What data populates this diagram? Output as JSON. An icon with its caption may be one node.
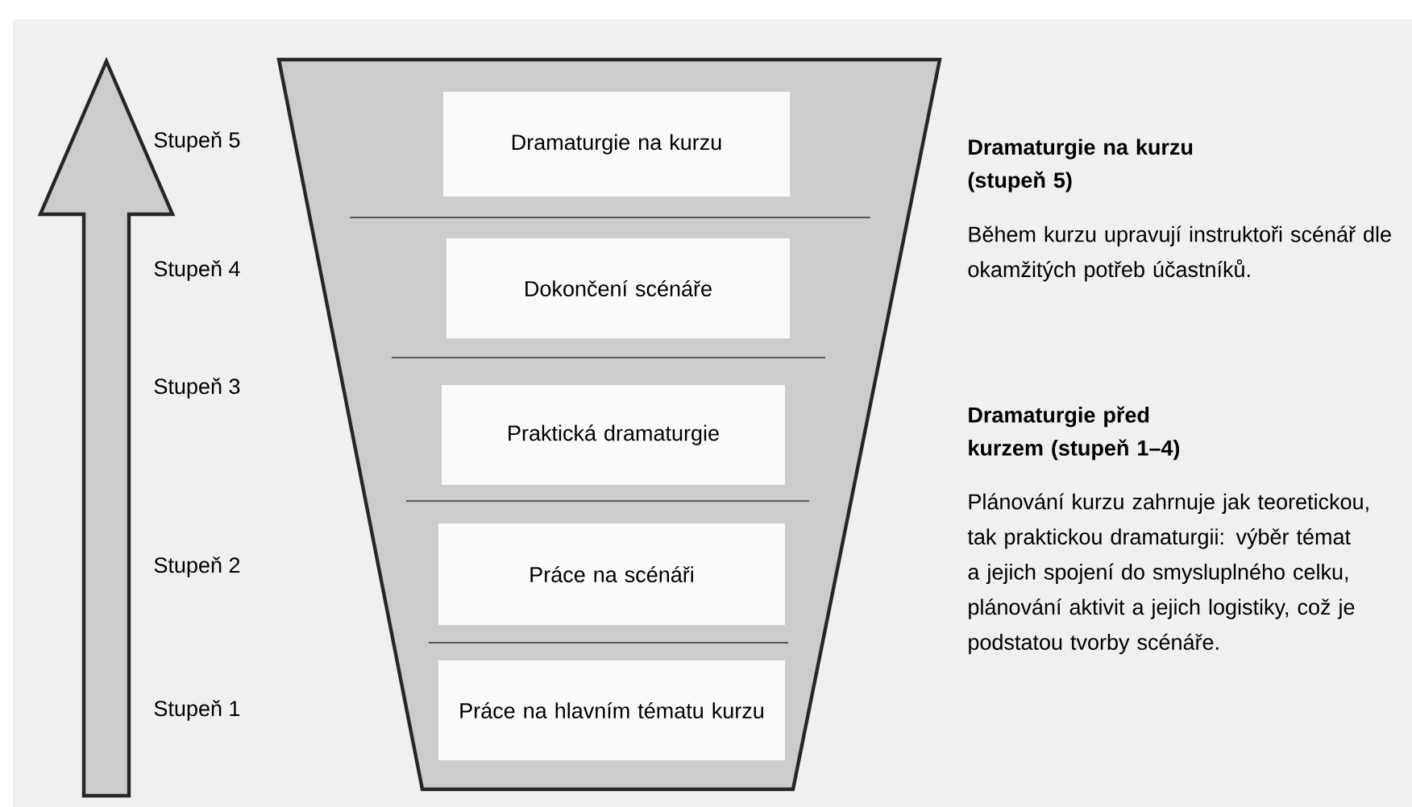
{
  "diagram": {
    "nodes": [
      {
        "text": [],
        "shape": "trapezoid"
      },
      {
        "text": [
          "Dramaturgie na kurzu"
        ],
        "in": 0
      },
      {
        "text": [
          "Dokončení scénáře"
        ],
        "in": 0
      },
      {
        "text": [
          "Praktická dramaturgie"
        ],
        "in": 0
      },
      {
        "text": [
          "Práce na scénáři"
        ],
        "in": 0
      },
      {
        "text": [
          "Práce na hlavním tématu kurzu"
        ],
        "in": 0
      }
    ],
    "edges": [],
    "labels": [
      "Stupeň 5",
      "Stupeň 4",
      "Stupeň 3",
      "Stupeň 2",
      "Stupeň 1",
      "Dramaturgie na kurzu (stupeň 5)",
      "Během kurzu upravují instruktoři scénář dle okamžitých potřeb účastníků.",
      "Dramaturgie před kurzem (stupeň 1–4)",
      "Plánování kurzu zahrnuje jak teoretickou, tak praktickou dramaturgii: výběr témat a jejich spojení do smysluplného celku, plánování aktivit a jejich logistiky, což je podstatou tvorby scénáře."
    ]
  }
}
